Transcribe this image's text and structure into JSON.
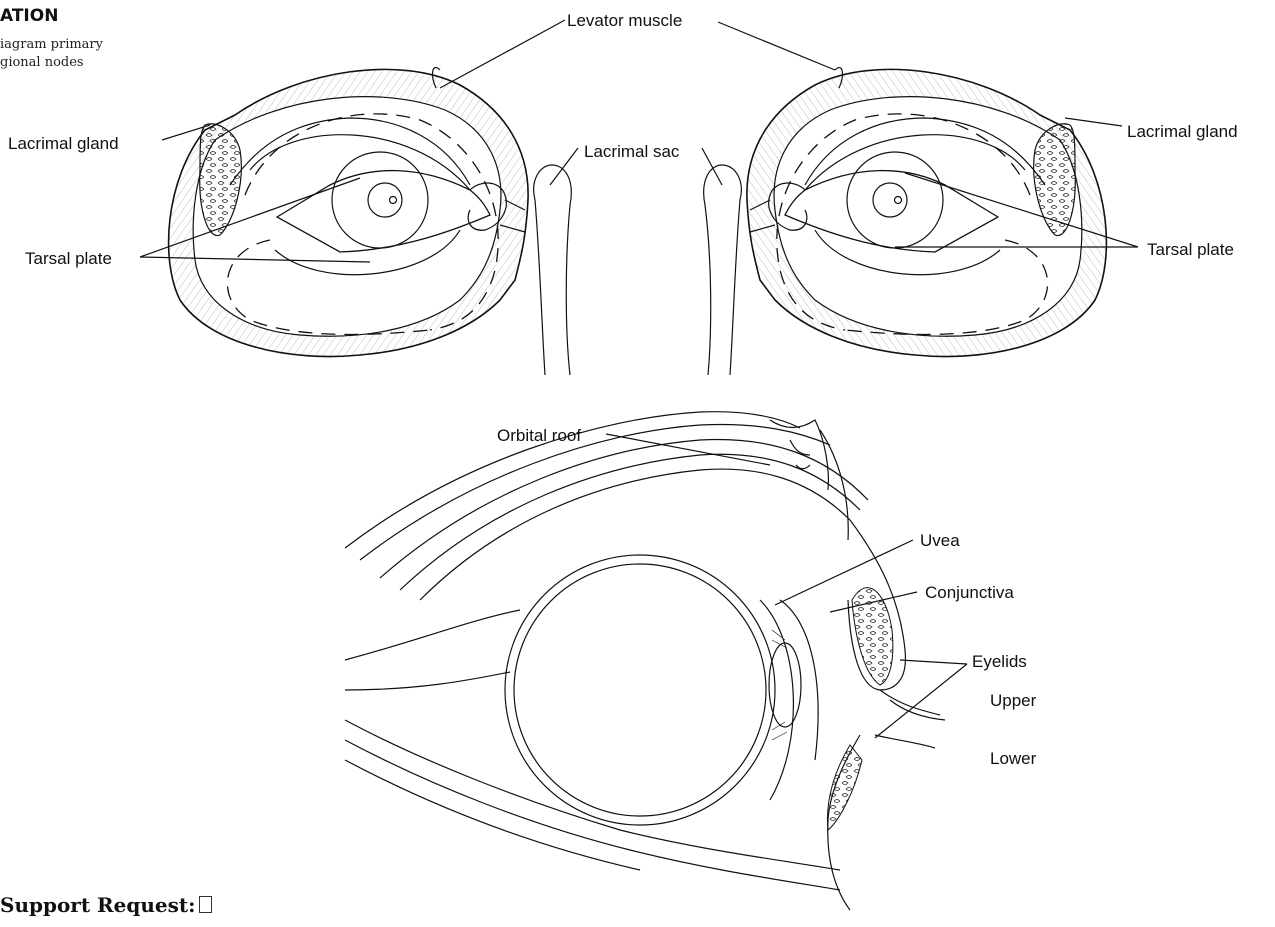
{
  "header": {
    "title": "ATION",
    "caption_line1": "iagram primary",
    "caption_line2": "gional nodes"
  },
  "labels": {
    "levator_muscle": "Levator muscle",
    "lacrimal_gland_left": "Lacrimal  gland",
    "lacrimal_gland_right": "Lacrimal gland",
    "lacrimal_sac": "Lacrimal sac",
    "tarsal_plate_left": "Tarsal plate",
    "tarsal_plate_right": "Tarsal plate",
    "orbital_roof": "Orbital roof",
    "uvea": "Uvea",
    "conjunctiva": "Conjunctiva",
    "eyelids": "Eyelids",
    "upper": "Upper",
    "lower": "Lower"
  },
  "footer": {
    "label": "Support Request:"
  }
}
